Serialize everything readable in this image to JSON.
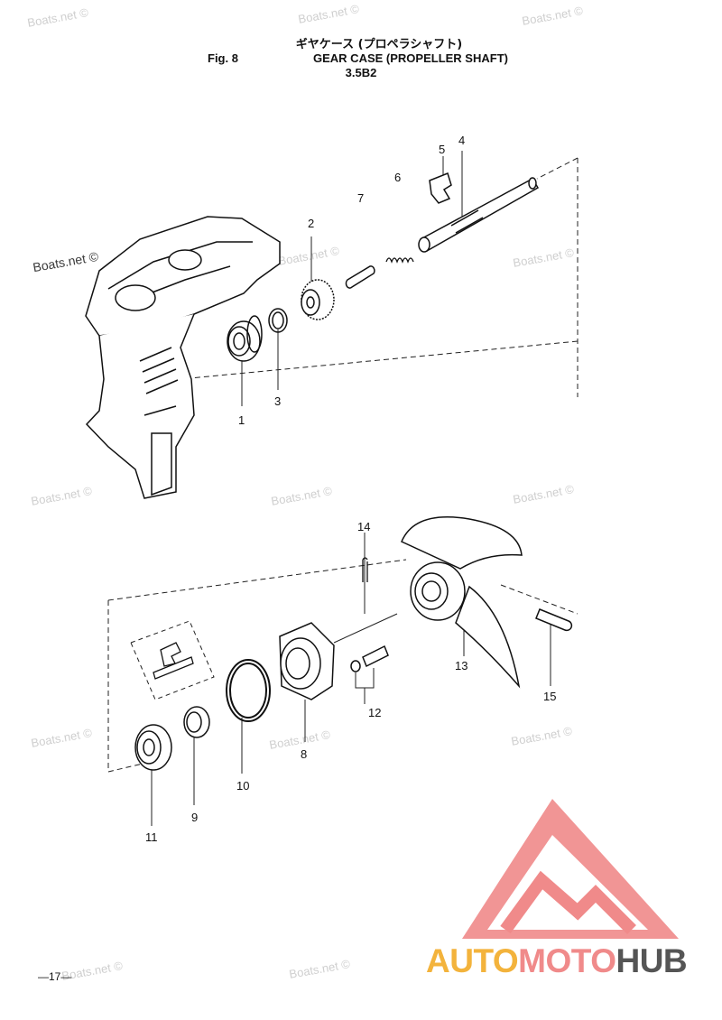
{
  "header": {
    "japanese_title": "ギヤケース (プロペラシャフト)",
    "fig_label": "Fig. 8",
    "title": "GEAR CASE (PROPELLER SHAFT)",
    "model": "3.5B2"
  },
  "watermark_text": "Boats.net ©",
  "page_number": "—17—",
  "part_numbers": [
    "1",
    "2",
    "3",
    "4",
    "5",
    "6",
    "7",
    "8",
    "9",
    "10",
    "11",
    "12",
    "13",
    "14",
    "15"
  ],
  "logo": {
    "part1": "AUTO",
    "part2": "MOTO",
    "part3": "HUB",
    "colors": {
      "auto": "#f3b33c",
      "moto": "#f08a8a",
      "hub": "#555555",
      "triangle": "#f08a8a"
    }
  }
}
